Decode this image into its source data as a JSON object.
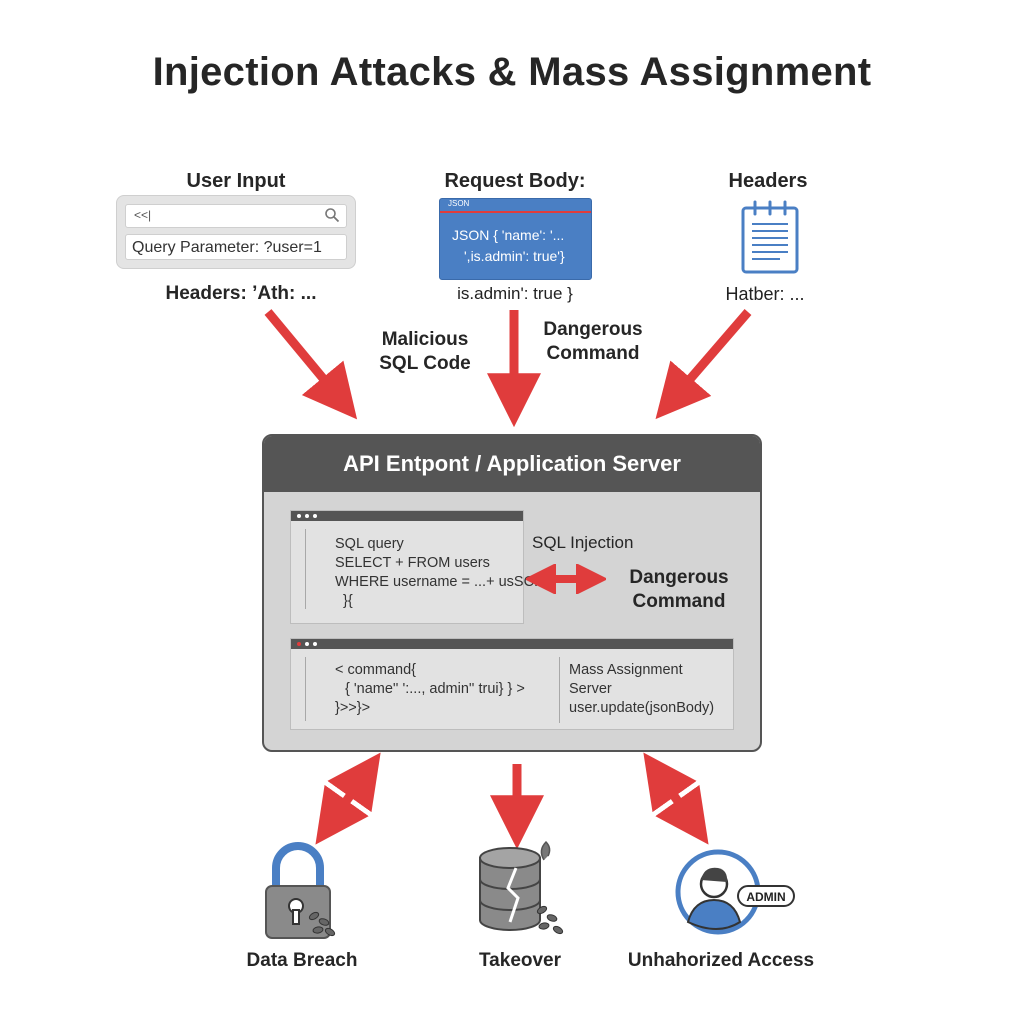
{
  "title": "Injection Attacks & Mass Assignment",
  "sources": {
    "user_input": {
      "label": "User Input",
      "search_text": "<<|",
      "query": "Query Parameter: ?user=1",
      "headers_caption": "Headers: ’Ath: ..."
    },
    "request_body": {
      "label": "Request Body:",
      "bar_text": "JSON",
      "json_line1": "JSON  { 'name': '...",
      "json_line2": "',is.admin': true'}",
      "caption": "is.admin': true }"
    },
    "headers": {
      "label": "Headers",
      "caption": "Hatber: ..."
    }
  },
  "arrow_labels": {
    "malicious_line1": "Malicious",
    "malicious_line2": "SQL Code",
    "dangerous_line1": "Dangerous",
    "dangerous_line2": "Command"
  },
  "server": {
    "title": "API Entpont / Application Server",
    "sql": {
      "lines": [
        "SQL query",
        "SELECT + FROM users",
        "WHERE username = ...+ usSC...",
        "}{"
      ]
    },
    "sql_injection_label": "SQL Injection",
    "dangerous_line1": "Dangerous",
    "dangerous_line2": "Command",
    "command": {
      "lines": [
        "< command{",
        "{ 'name'' ':..., admin'' trui} } >",
        "}>>}>"
      ]
    },
    "mass": {
      "lines": [
        "Mass Assignment",
        "Server",
        "user.update(jsonBody)"
      ]
    }
  },
  "outcomes": {
    "data_breach": "Data Breach",
    "takeover": "Takeover",
    "unauthorized": "Unhahorized Access",
    "admin_badge": "ADMIN"
  },
  "colors": {
    "arrow": "#e03c3c",
    "panel_blue": "#4a7fc4",
    "icon_blue": "#4a7fc4",
    "server_head": "#555555",
    "server_body": "#d4d4d4"
  }
}
